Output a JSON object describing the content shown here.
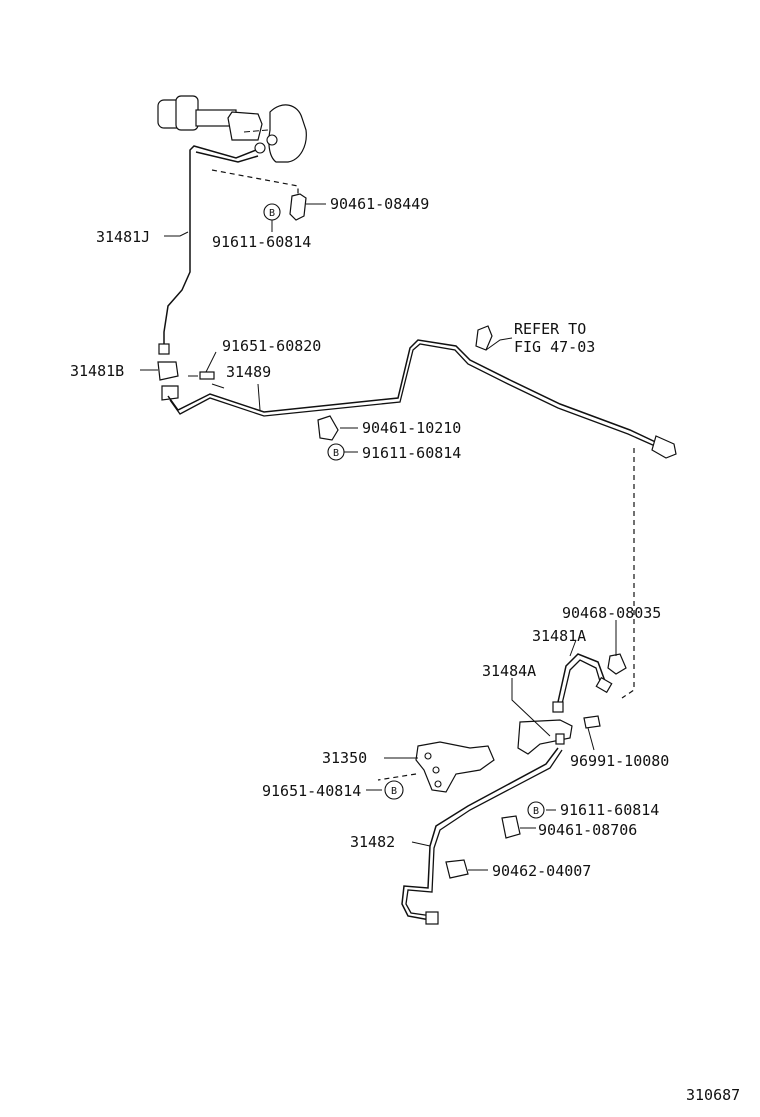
{
  "diagram_number": "310687",
  "labels": {
    "p_31481J": "31481J",
    "p_90461_08449": "90461-08449",
    "p_91611_60814_top": "91611-60814",
    "p_31481B": "31481B",
    "p_91651_60820": "91651-60820",
    "p_31489": "31489",
    "refer_line1": "REFER TO",
    "refer_line2": "FIG 47-03",
    "p_90461_10210": "90461-10210",
    "p_91611_60814_mid": "91611-60814",
    "p_90468_08035": "90468-08035",
    "p_31481A": "31481A",
    "p_31484A": "31484A",
    "p_96991_10080": "96991-10080",
    "p_31350": "31350",
    "p_91651_40814": "91651-40814",
    "p_91611_60814_low": "91611-60814",
    "p_90461_08706": "90461-08706",
    "p_31482": "31482",
    "p_90462_04007": "90462-04007"
  },
  "bolt_marker": "B"
}
